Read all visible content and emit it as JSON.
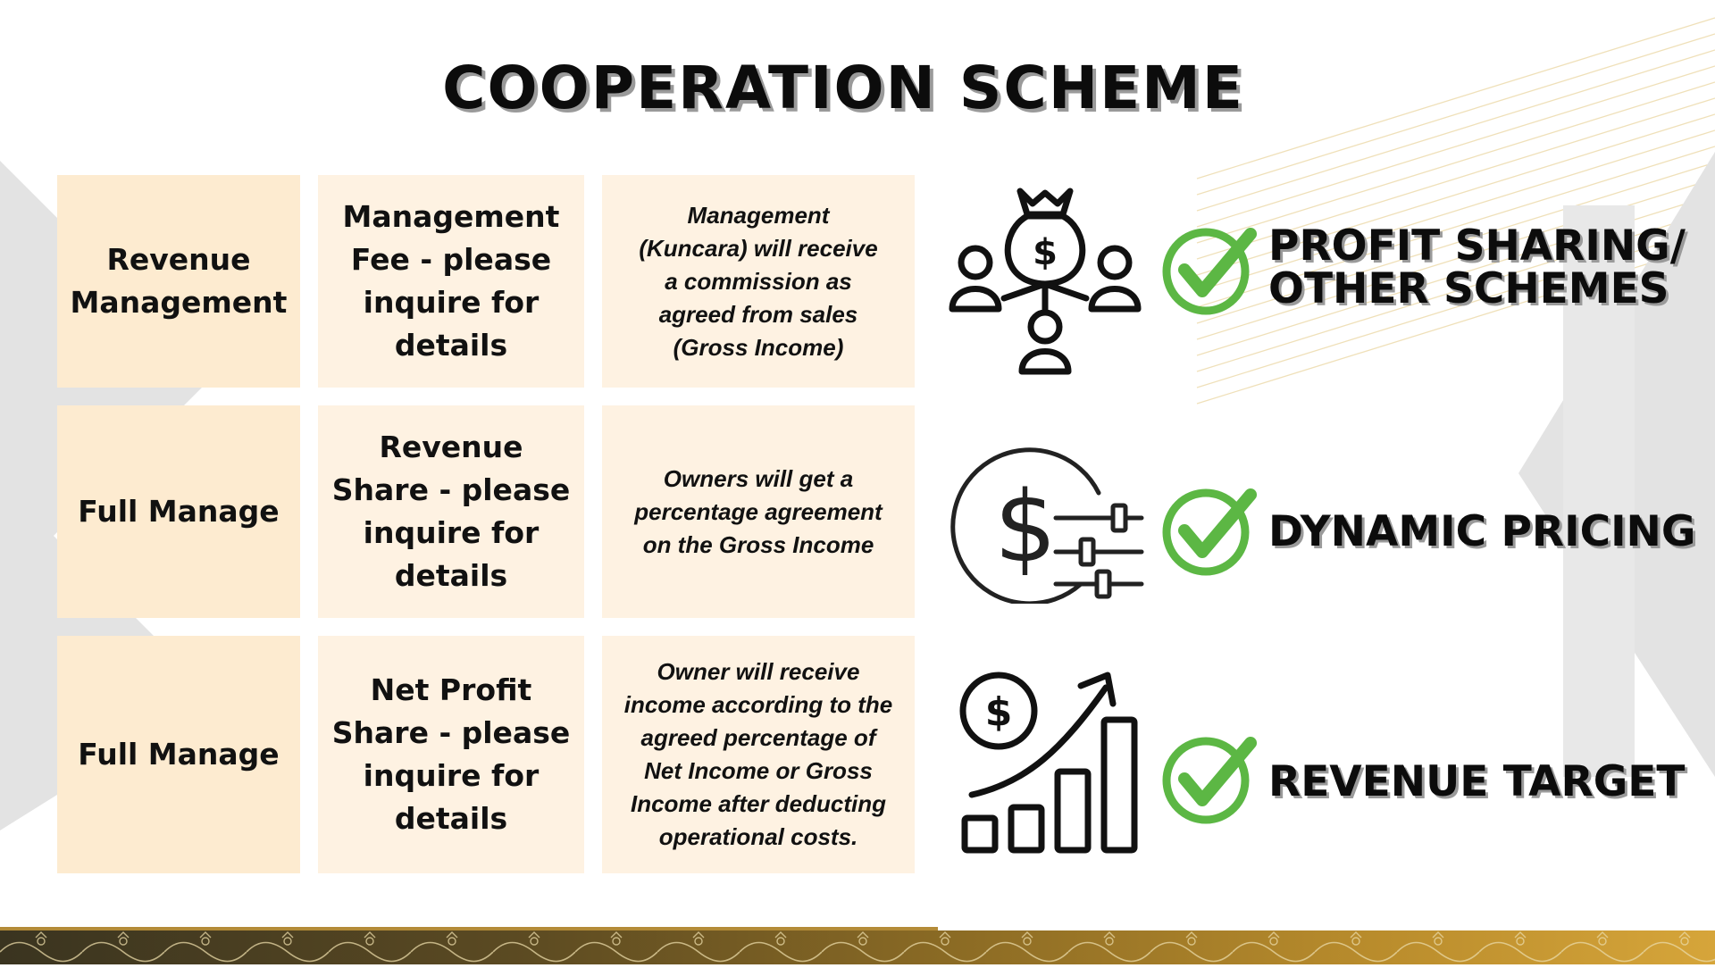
{
  "title": "COOPERATION SCHEME",
  "rows": [
    {
      "type_lines": [
        "Revenue",
        "Management"
      ],
      "fee_lines": [
        "Management",
        "Fee - please",
        "inquire for",
        "details"
      ],
      "desc_lines": [
        "Management",
        "(Kuncara) will receive",
        "a commission as",
        "agreed from sales",
        "(Gross Income)"
      ]
    },
    {
      "type_lines": [
        "Full Manage"
      ],
      "fee_lines": [
        "Revenue",
        "Share - please",
        "inquire for",
        "details"
      ],
      "desc_lines": [
        "Owners will get a",
        "percentage agreement",
        "on the Gross Income"
      ]
    },
    {
      "type_lines": [
        "Full Manage"
      ],
      "fee_lines": [
        "Net Profit",
        "Share - please",
        "inquire for",
        "details"
      ],
      "desc_lines": [
        "Owner will receive",
        "income according to the",
        "agreed percentage of",
        "Net Income or Gross",
        "Income after deducting",
        "operational costs."
      ]
    }
  ],
  "features": [
    {
      "icon": "money-bag-people-icon",
      "label_lines": [
        "PROFIT SHARING/",
        "OTHER SCHEMES"
      ]
    },
    {
      "icon": "dollar-sliders-icon",
      "label_lines": [
        "DYNAMIC PRICING"
      ]
    },
    {
      "icon": "growth-chart-icon",
      "label_lines": [
        "REVENUE TARGET"
      ]
    }
  ],
  "colors": {
    "check_green": "#5cb744",
    "cell_type_bg": "#fdebd0",
    "cell_bg": "#fef2e2",
    "footer_gold": "#b98c2c"
  }
}
